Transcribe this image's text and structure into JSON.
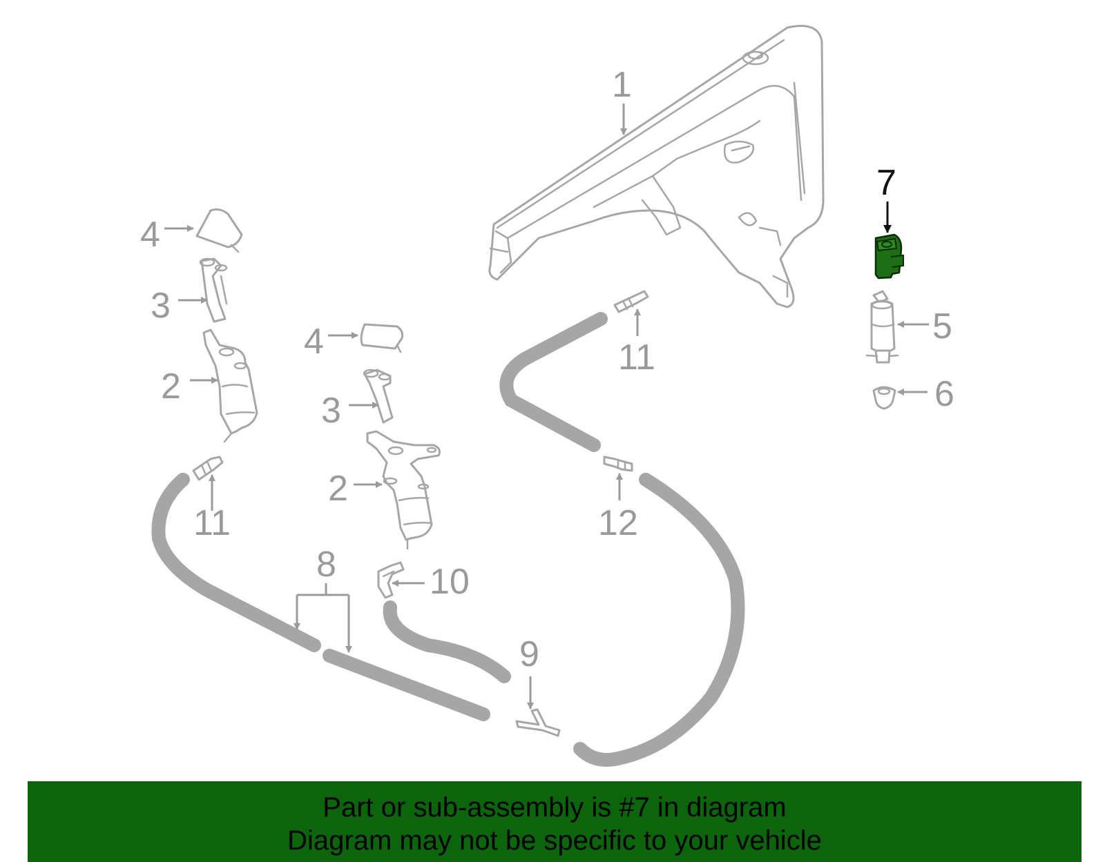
{
  "callouts": {
    "c1": "1",
    "c2a": "2",
    "c2b": "2",
    "c3a": "3",
    "c3b": "3",
    "c4a": "4",
    "c4b": "4",
    "c5": "5",
    "c6": "6",
    "c7": "7",
    "c8": "8",
    "c9": "9",
    "c10": "10",
    "c11a": "11",
    "c11b": "11",
    "c12": "12"
  },
  "highlight": {
    "part": "7",
    "color": "#1e6e14"
  },
  "banner": {
    "line1": "Part or sub-assembly is #7 in diagram",
    "line2": "Diagram may not be specific to your vehicle",
    "color": "#0c640c"
  }
}
